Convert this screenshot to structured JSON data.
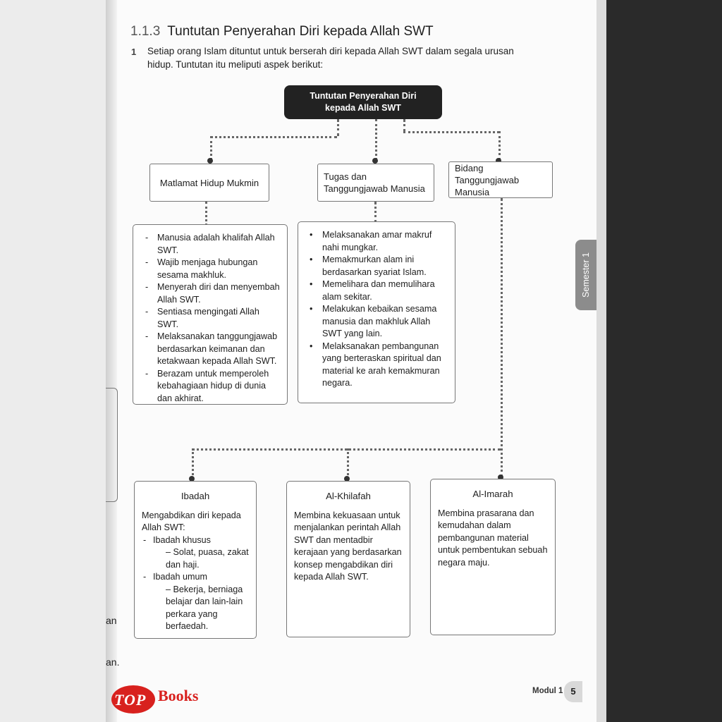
{
  "section": {
    "number": "1.1.3",
    "title": "Tuntutan Penyerahan Diri kepada Allah SWT"
  },
  "intro": {
    "number": "1",
    "text": "Setiap orang Islam dituntut untuk berserah diri kepada Allah SWT dalam segala urusan hidup. Tuntutan itu meliputi aspek berikut:"
  },
  "diagram": {
    "root": {
      "line1": "Tuntutan Penyerahan Diri",
      "line2": "kepada Allah SWT"
    },
    "branches": [
      {
        "label": "Matlamat Hidup Mukmin"
      },
      {
        "label_line1": "Tugas dan",
        "label_line2": "Tanggungjawab Manusia"
      },
      {
        "label_line1": "Bidang Tanggungjawab",
        "label_line2": "Manusia"
      }
    ],
    "list_left": [
      "Manusia adalah khalifah Allah SWT.",
      "Wajib menjaga hubungan sesama makhluk.",
      "Menyerah diri dan menyembah Allah SWT.",
      "Sentiasa mengingati Allah SWT.",
      "Melaksanakan tanggungjawab berdasarkan keimanan dan ketakwaan kepada Allah SWT.",
      "Berazam untuk memperoleh kebahagiaan hidup di dunia dan akhirat."
    ],
    "list_middle": [
      "Melaksanakan amar makruf nahi mungkar.",
      "Memakmurkan alam ini berdasarkan syariat Islam.",
      "Memelihara dan memulihara alam sekitar.",
      "Melakukan kebaikan sesama manusia dan makhluk Allah SWT yang lain.",
      "Melaksanakan pembangunan yang berteraskan spiritual dan material ke arah kemakmuran negara."
    ],
    "bottom": [
      {
        "title": "Ibadah",
        "intro": "Mengabdikan diri kepada Allah SWT:",
        "items": [
          {
            "label": "Ibadah khusus",
            "detail": "– Solat, puasa, zakat dan haji."
          },
          {
            "label": "Ibadah umum",
            "detail": "– Bekerja, berniaga belajar dan lain-lain perkara yang berfaedah."
          }
        ]
      },
      {
        "title": "Al-Khilafah",
        "text": "Membina kekuasaan untuk menjalankan perintah Allah SWT dan mentadbir kerajaan yang berdasarkan konsep mengabdikan diri kepada Allah SWT."
      },
      {
        "title": "Al-Imarah",
        "text": "Membina prasarana dan kemudahan dalam pembangunan material untuk pembentukan sebuah negara maju."
      }
    ]
  },
  "side_tab": "Semester 1",
  "footer": {
    "module": "Modul 1",
    "page": "5"
  },
  "margin_fragments": [
    "an",
    "an."
  ],
  "logo": {
    "part1": "TOP",
    "part2": "Books"
  },
  "colors": {
    "root_bg": "#222222",
    "logo_red": "#d8211e",
    "tab_grey": "#8c8c8c"
  }
}
